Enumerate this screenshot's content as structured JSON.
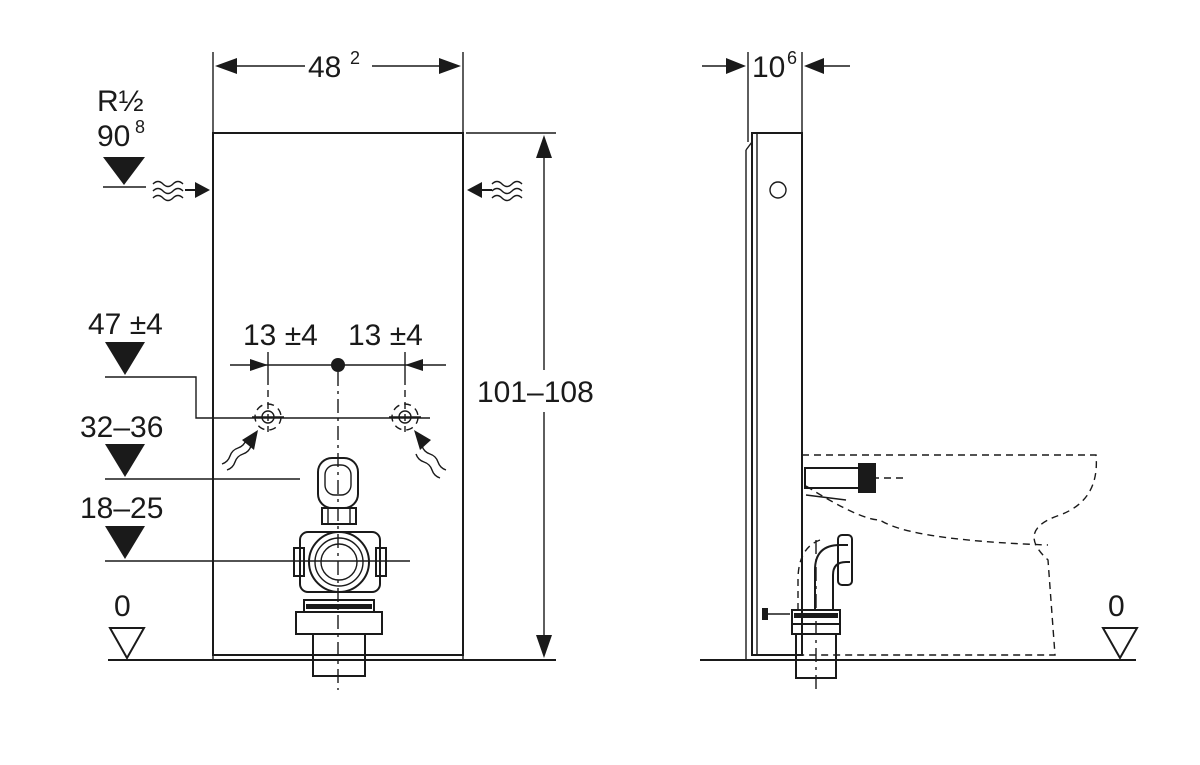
{
  "front_view": {
    "width_main": "48",
    "width_sup": "2",
    "connection_main": "R½",
    "connection_height_main": "90",
    "connection_height_sup": "8",
    "height_range": "101–108",
    "spacing_left": "13 ±4",
    "spacing_right": "13 ±4",
    "level_47": "47 ±4",
    "level_32": "32–36",
    "level_18": "18–25",
    "floor": "0"
  },
  "side_view": {
    "depth_main": "10",
    "depth_sup": "6",
    "floor": "0"
  },
  "colors": {
    "line": "#1a1a1a",
    "background": "#ffffff"
  },
  "icons": [
    "water-inlet-wave-icon",
    "level-triangle-icon",
    "dimension-arrow-icon"
  ]
}
